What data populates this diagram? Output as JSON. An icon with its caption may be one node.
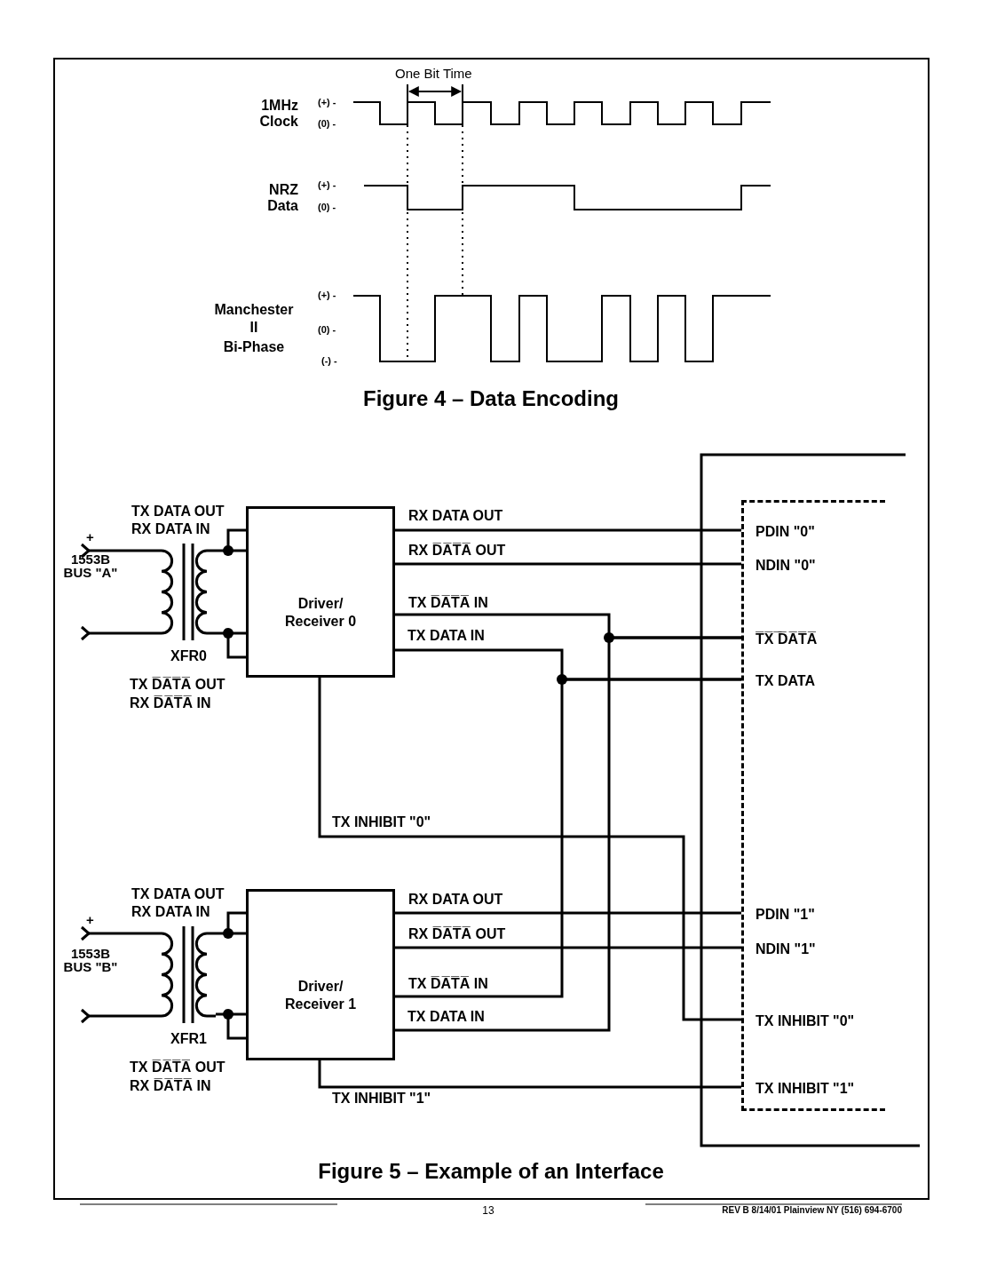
{
  "diagram": {
    "caption": "Figure 5 – Example of an Interface",
    "nodes": [
      {
        "text": [],
        "shape": "picture",
        "beside": [
          "XFR0"
        ]
      },
      {
        "text": [
          "Driver/ Receiver 0"
        ]
      },
      {
        "text": [],
        "shape": "picture",
        "beside": [
          "XFR1"
        ]
      },
      {
        "text": [
          "Driver/ Receiver 1"
        ]
      },
      {
        "text": [],
        "shape": "box"
      },
      {
        "text": [
          "PDIN \"0\""
        ],
        "in": 4
      },
      {
        "text": [
          "NDIN \"0\""
        ],
        "in": 4
      },
      {
        "text": [
          "T̅X̅ ̅D̅A̅T̅A̅"
        ],
        "in": 4
      },
      {
        "text": [
          "TX DATA"
        ],
        "in": 4
      },
      {
        "text": [
          "PDIN \"1\""
        ],
        "in": 4
      },
      {
        "text": [
          "NDIN \"1\""
        ],
        "in": 4
      },
      {
        "text": [
          "TX INHIBIT \"0\""
        ],
        "in": 4
      },
      {
        "text": [
          "TX INHIBIT \"1\""
        ],
        "in": 4
      }
    ],
    "edges": [
      {
        "from": 0,
        "to": 1,
        "arrow": "none"
      },
      {
        "from": 0,
        "to": 1,
        "arrow": "none"
      },
      {
        "from": 2,
        "to": 3,
        "arrow": "none"
      },
      {
        "from": 2,
        "to": 3,
        "arrow": "none"
      },
      {
        "from": 1,
        "to": 5,
        "arrow": "none",
        "label": "RX DATA OUT"
      },
      {
        "from": 1,
        "to": 6,
        "arrow": "none",
        "label": "RX D̅A̅T̅A̅ OUT"
      },
      {
        "from": 1,
        "to": 7,
        "arrow": "none",
        "label": "TX D̅A̅T̅A̅ IN"
      },
      {
        "from": 1,
        "to": 8,
        "arrow": "none",
        "label": "TX DATA IN"
      },
      {
        "from": 1,
        "to": 11,
        "arrow": "none",
        "label": "TX INHIBIT \"0\""
      },
      {
        "from": 3,
        "to": 9,
        "arrow": "none",
        "label": "RX DATA OUT"
      },
      {
        "from": 3,
        "to": 10,
        "arrow": "none",
        "label": "RX D̅A̅T̅A̅ OUT"
      },
      {
        "from": 3,
        "to": 8,
        "arrow": "none",
        "label": "TX D̅A̅T̅A̅ IN"
      },
      {
        "from": 3,
        "to": 7,
        "arrow": "none",
        "label": "TX DATA IN"
      },
      {
        "from": 3,
        "to": 12,
        "arrow": "none",
        "label": "TX INHIBIT \"1\""
      }
    ],
    "labels": [
      "One Bit Time",
      "1MHz Clock",
      "(+) -",
      "(0) -",
      "NRZ Data",
      "(+) -",
      "(0) -",
      "Manchester",
      "II",
      "Bi-Phase",
      "(+) -",
      "(0) -",
      "(-) -",
      "Figure 4 – Data Encoding",
      "TX DATA OUT",
      "RX DATA IN",
      "+",
      "1553B BUS \"A\"",
      "TX D̅A̅T̅A̅ OUT",
      "RX D̅A̅T̅A̅ IN",
      "TX DATA OUT",
      "RX DATA IN",
      "+",
      "1553B BUS \"B\"",
      "TX D̅A̅T̅A̅ OUT",
      "RX D̅A̅T̅A̅ IN",
      "13",
      "REV B 8/14/01  Plainview NY (516) 694-6700"
    ]
  }
}
